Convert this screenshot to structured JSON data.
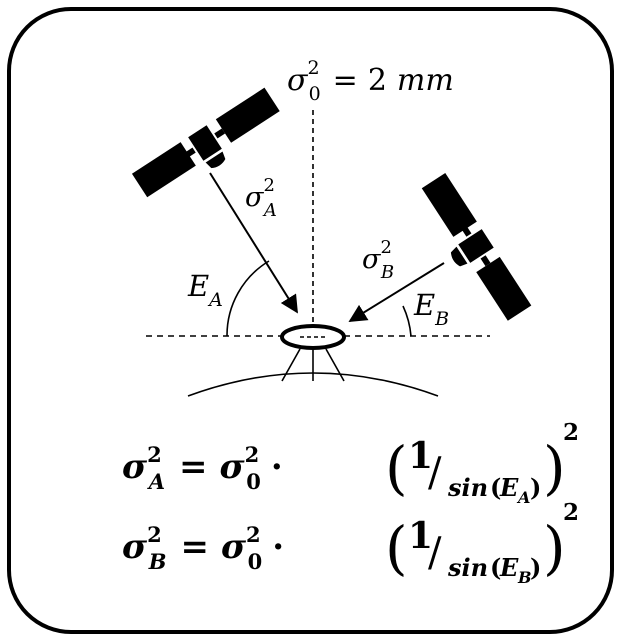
{
  "labels": {
    "sigma": "σ",
    "sub_0": "0",
    "sub_A": "A",
    "sub_B": "B",
    "sup_2": "2",
    "equals": "=",
    "top_value": "2",
    "top_unit": "mm",
    "E": "E",
    "one": "1",
    "slash": "/",
    "sin": "sin",
    "lparen": "(",
    "rparen": ")",
    "cdot": "·"
  },
  "colors": {
    "ink": "#000000",
    "background": "#ffffff"
  },
  "icons": {
    "satellite_a": "satellite-icon",
    "satellite_b": "satellite-icon",
    "receiver": "gnss-receiver-icon"
  }
}
